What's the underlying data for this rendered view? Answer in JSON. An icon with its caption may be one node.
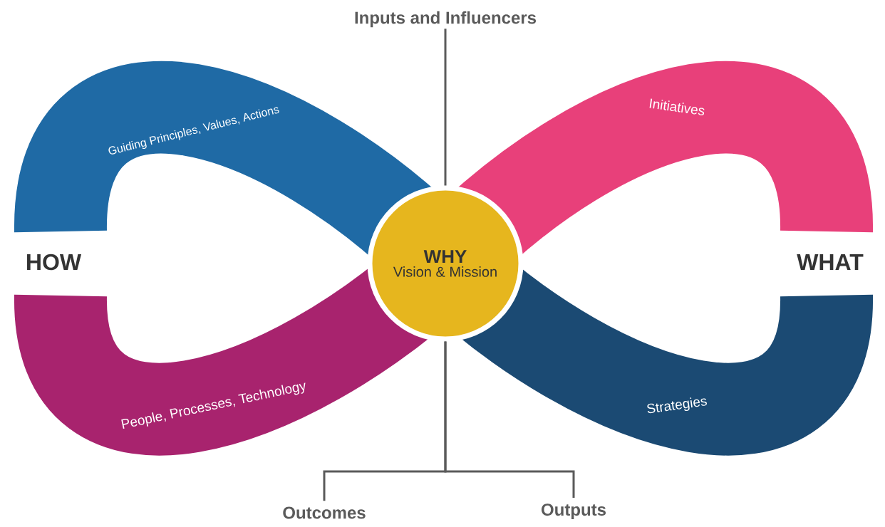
{
  "diagram": {
    "nodes": [
      {
        "text": [
          "Inputs and Influencers"
        ]
      },
      {
        "text": [
          "Guiding Principles, Values, Actions"
        ]
      },
      {
        "text": [
          "Initiatives"
        ]
      },
      {
        "text": [
          "WHY",
          "Vision & Mission"
        ]
      },
      {
        "text": [
          "People, Processes, Technology"
        ]
      },
      {
        "text": [
          "Strategies"
        ]
      },
      {
        "text": [
          "Outcomes"
        ]
      },
      {
        "text": [
          "Outputs"
        ]
      }
    ],
    "edges": [
      {
        "from": 0,
        "to": 3,
        "arrow": "none"
      },
      {
        "from": 3,
        "to": 6,
        "arrow": "none"
      },
      {
        "from": 3,
        "to": 7,
        "arrow": "none"
      }
    ],
    "labels": [
      "HOW",
      "WHAT"
    ]
  }
}
